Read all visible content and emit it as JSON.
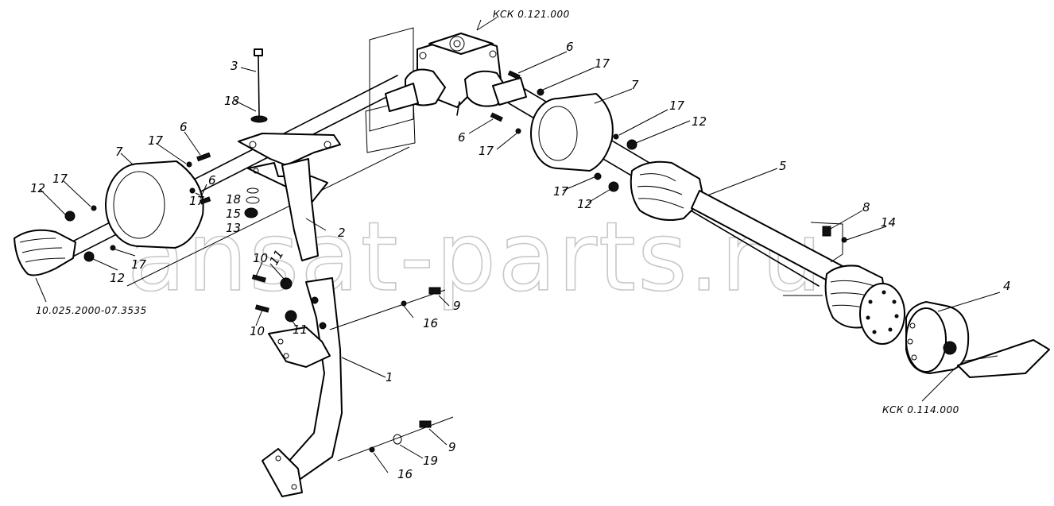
{
  "watermark": "ansat-parts.ru",
  "refs": {
    "gearbox": "КСК 0.121.000",
    "pulley_assembly": "КСК 0.114.000",
    "cv_joint": "10.025.2000-07.3535"
  },
  "labels": {
    "l1": "1",
    "l2": "2",
    "l3": "3",
    "l4": "4",
    "l5": "5",
    "l6a": "6",
    "l6b": "6",
    "l6c": "6",
    "l6d": "6",
    "l7a": "7",
    "l7b": "7",
    "l8": "8",
    "l9a": "9",
    "l9b": "9",
    "l10a": "10",
    "l10b": "10",
    "l11a": "11",
    "l11b": "11",
    "l12a": "12",
    "l12b": "12",
    "l12c": "12",
    "l12d": "12",
    "l13": "13",
    "l14": "14",
    "l15": "15",
    "l16a": "16",
    "l16b": "16",
    "l17a": "17",
    "l17b": "17",
    "l17c": "17",
    "l17d": "17",
    "l17e": "17",
    "l17f": "17",
    "l17g": "17",
    "l17h": "17",
    "l18a": "18",
    "l18b": "18",
    "l19": "19"
  }
}
